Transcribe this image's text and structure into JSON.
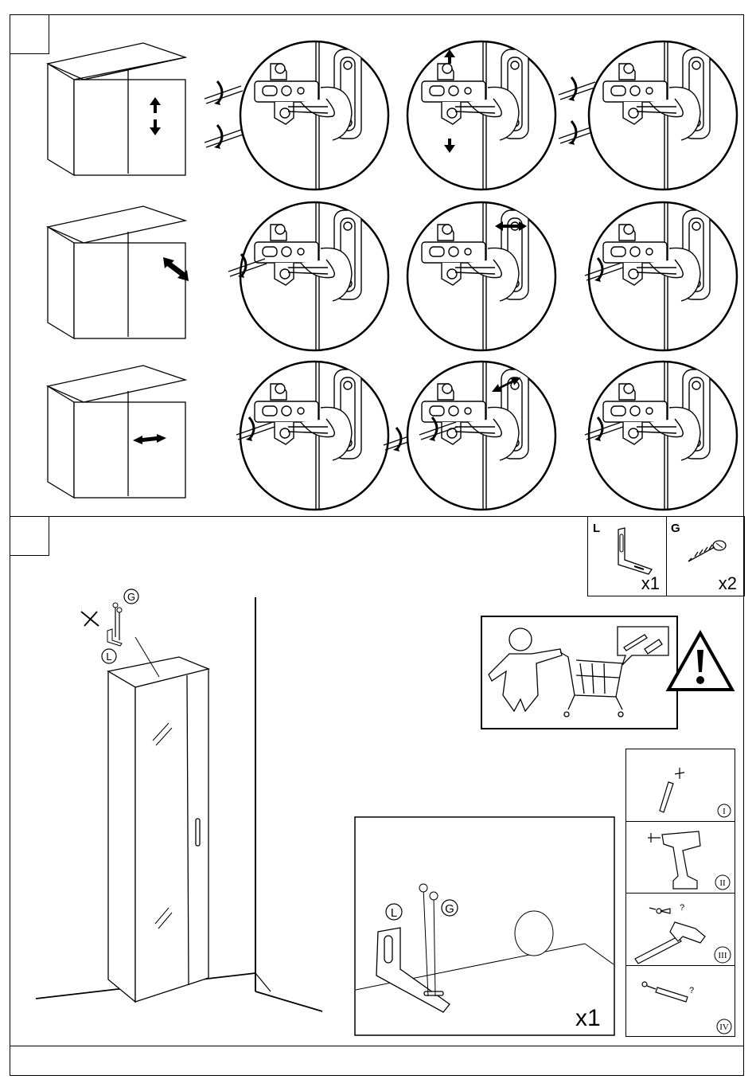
{
  "steps": [
    {
      "number": ""
    },
    {
      "number": ""
    }
  ],
  "parts": [
    {
      "letter": "L",
      "qty": "x1",
      "icon": "l-bracket-icon"
    },
    {
      "letter": "G",
      "qty": "x2",
      "icon": "screw-icon"
    }
  ],
  "callouts": {
    "g": "G",
    "l": "L"
  },
  "detail": {
    "label_l": "L",
    "label_g": "G",
    "qty": "x1"
  },
  "tools": [
    {
      "numeral": "I",
      "icon": "pencil-icon"
    },
    {
      "numeral": "II",
      "icon": "drill-icon"
    },
    {
      "numeral": "III",
      "icon": "hammer-icon"
    },
    {
      "numeral": "IV",
      "icon": "screw-dowel-icon"
    }
  ],
  "icons": {
    "warning": "warning-icon",
    "shopping": "shopping-cart-icon",
    "hinge": "hinge-icon",
    "screwdriver": "screwdriver-icon"
  },
  "colors": {
    "ink": "#000000",
    "paper": "#ffffff"
  }
}
